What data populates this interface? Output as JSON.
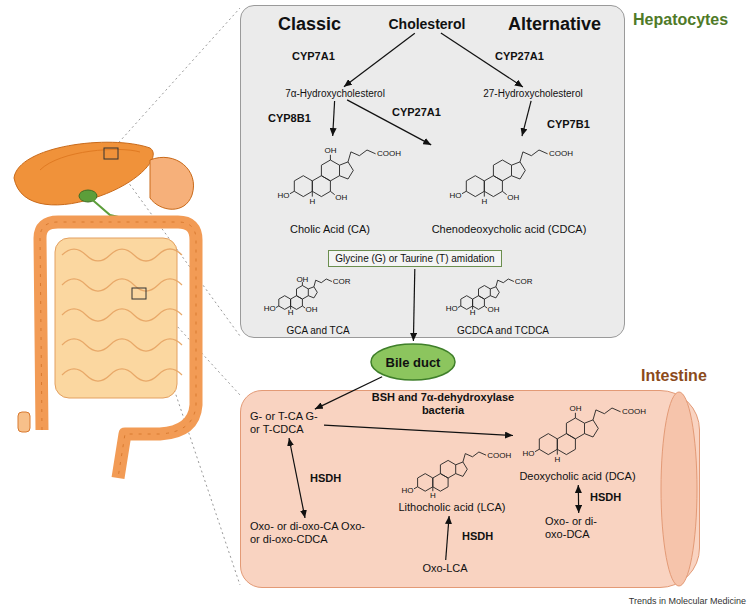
{
  "diagram": {
    "nodes": [
      {
        "text": [
          "Hepatocytes"
        ]
      },
      {
        "text": [
          "Cholesterol"
        ],
        "in": 0
      },
      {
        "text": [
          "7α-Hydroxycholesterol"
        ],
        "in": 0
      },
      {
        "text": [
          "27-Hydroxycholesterol"
        ],
        "in": 0
      },
      {
        "text": [
          "Cholic Acid (CA)"
        ],
        "in": 0
      },
      {
        "text": [
          "Chenodeoxycholic acid (CDCA)"
        ],
        "in": 0
      },
      {
        "text": [
          "Glycine (G) or Taurine (T) amidation"
        ],
        "in": 0
      },
      {
        "text": [
          "GCA and TCA"
        ],
        "in": 0
      },
      {
        "text": [
          "GCDCA and TCDCA"
        ],
        "in": 0
      },
      {
        "text": [
          "Bile duct"
        ]
      },
      {
        "text": [
          "Intestine"
        ]
      },
      {
        "text": [
          "G- or T-CA G- or T-CDCA"
        ],
        "in": 10
      },
      {
        "text": [
          "Deoxycholic acid (DCA)"
        ],
        "in": 10
      },
      {
        "text": [
          "Lithocholic acid (LCA)"
        ],
        "in": 10
      },
      {
        "text": [
          "Oxo- or di-oxo-CA Oxo- or di-oxo-CDCA"
        ],
        "in": 10
      },
      {
        "text": [
          "Oxo- or di-oxo-DCA"
        ],
        "in": 10
      },
      {
        "text": [
          "Oxo-LCA"
        ],
        "in": 10
      }
    ],
    "edges": [
      {
        "from": 1,
        "to": 2,
        "label": "CYP7A1",
        "arrow": "to"
      },
      {
        "from": 1,
        "to": 3,
        "label": "CYP27A1",
        "arrow": "to"
      },
      {
        "from": 2,
        "to": 4,
        "label": "CYP8B1",
        "arrow": "to"
      },
      {
        "from": 2,
        "to": 5,
        "label": "CYP27A1",
        "arrow": "to"
      },
      {
        "from": 3,
        "to": 5,
        "label": "CYP7B1",
        "arrow": "to"
      },
      {
        "from": 6,
        "to": 9,
        "arrow": "to"
      },
      {
        "from": 9,
        "to": 11,
        "arrow": "to"
      },
      {
        "from": 11,
        "to": 12,
        "label": "BSH and 7α-dehydroxylase bacteria",
        "arrow": "to"
      },
      {
        "from": 11,
        "to": 14,
        "label": "HSDH",
        "arrow": "both"
      },
      {
        "from": 12,
        "to": 15,
        "label": "HSDH",
        "arrow": "both"
      },
      {
        "from": 16,
        "to": 13,
        "label": "HSDH",
        "arrow": "to"
      }
    ],
    "labels": [
      "Classic",
      "Alternative",
      "OH",
      "COOH",
      "HO",
      "H",
      "OH",
      "COOH",
      "HO",
      "H",
      "OH",
      "OH",
      "COR",
      "HO",
      "H",
      "OH",
      "COR",
      "HO",
      "H",
      "OH",
      "OH",
      "COOH",
      "HO",
      "H",
      "COOH",
      "HO",
      "H",
      "Trends in Molecular Medicine"
    ]
  }
}
